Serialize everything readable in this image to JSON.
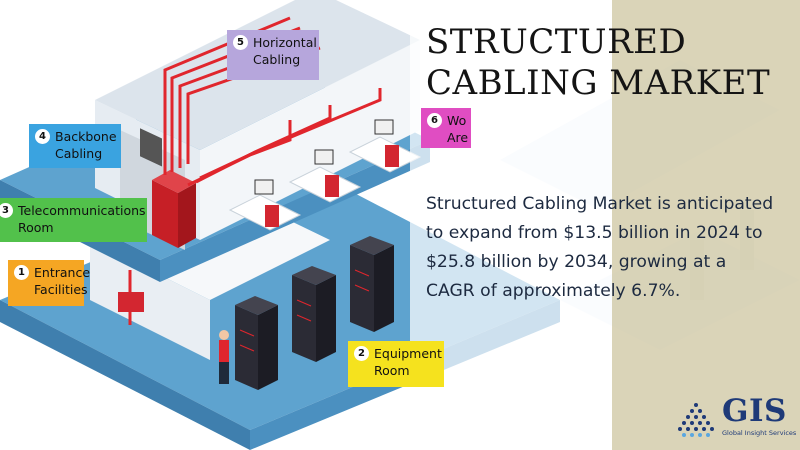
{
  "title": {
    "line1": "STRUCTURED",
    "line2": "CABLING MARKET"
  },
  "description": "Structured Cabling Market is anticipated to expand from $13.5 billion in 2024 to $25.8 billion by 2034, growing at a CAGR of approximately 6.7%.",
  "labels": {
    "horizontal": {
      "num": "5",
      "line1": "Horizontal",
      "line2": "Cabling"
    },
    "backbone": {
      "num": "4",
      "line1": "Backbone",
      "line2": "Cabling"
    },
    "telecom": {
      "num": "3",
      "line1": "Telecommunications",
      "line2": "Room"
    },
    "entrance": {
      "num": "1",
      "line1": "Entrance",
      "line2": "Facilities"
    },
    "equipment": {
      "num": "2",
      "line1": "Equipment",
      "line2": "Room"
    },
    "work": {
      "num": "6",
      "line1": "Wo",
      "line2": "Are"
    }
  },
  "logo": {
    "name": "GIS",
    "tagline": "Global Insight Services"
  },
  "colors": {
    "horizontal": "#b6a6dc",
    "backbone": "#3aa3e0",
    "telecom": "#52c14b",
    "entrance": "#f5a623",
    "equipment": "#f5e21e",
    "work": "#e04dc2",
    "cable": "#e0262d",
    "floor": "#5ea3cf",
    "logo": "#1e3a78"
  }
}
